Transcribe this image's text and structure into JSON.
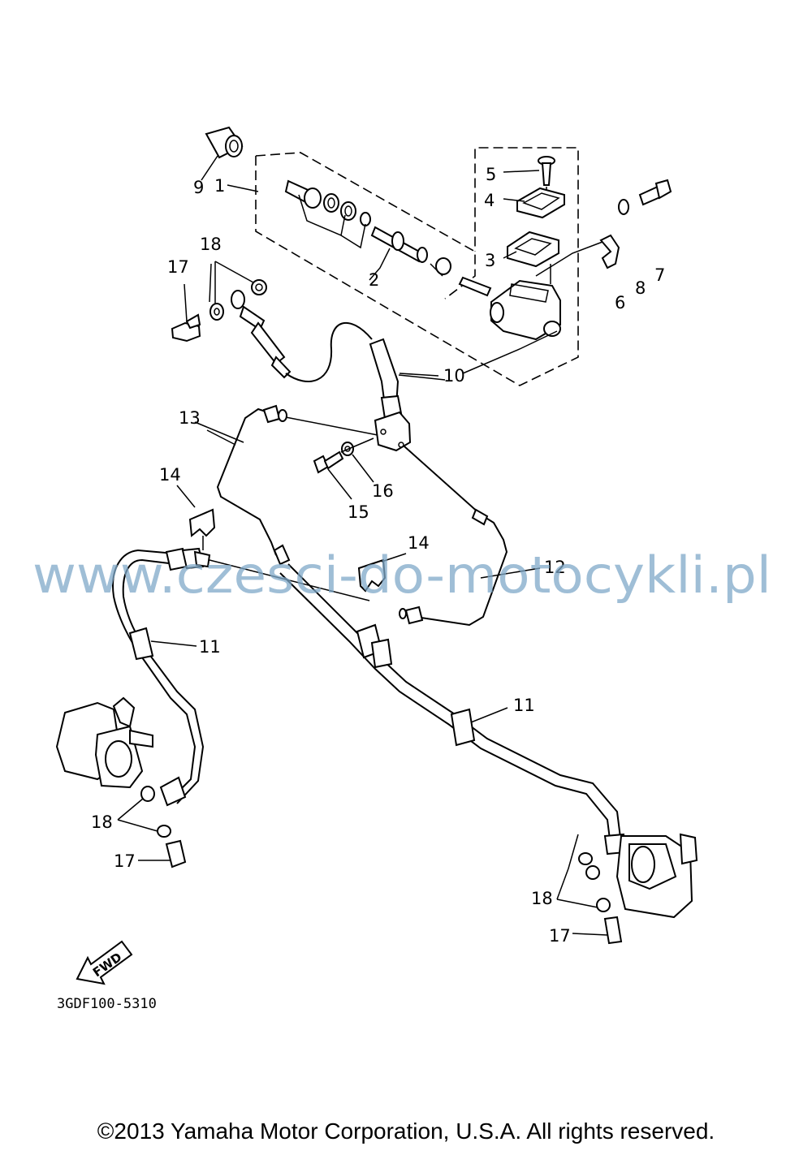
{
  "watermark": "www.czesci-do-motocykli.pl",
  "diagram_code": "3GDF100-5310",
  "direction_marker": "FWD",
  "copyright": "©2013 Yamaha Motor Corporation, U.S.A. All rights reserved.",
  "callouts": {
    "c1": "1",
    "c2": "2",
    "c3": "3",
    "c4": "4",
    "c5": "5",
    "c6": "6",
    "c7": "7",
    "c8": "8",
    "c9": "9",
    "c10": "10",
    "c11a": "11",
    "c11b": "11",
    "c12": "12",
    "c13": "13",
    "c14a": "14",
    "c14b": "14",
    "c15": "15",
    "c16": "16",
    "c17a": "17",
    "c17b": "17",
    "c17c": "17",
    "c18a": "18",
    "c18b": "18",
    "c18c": "18"
  }
}
